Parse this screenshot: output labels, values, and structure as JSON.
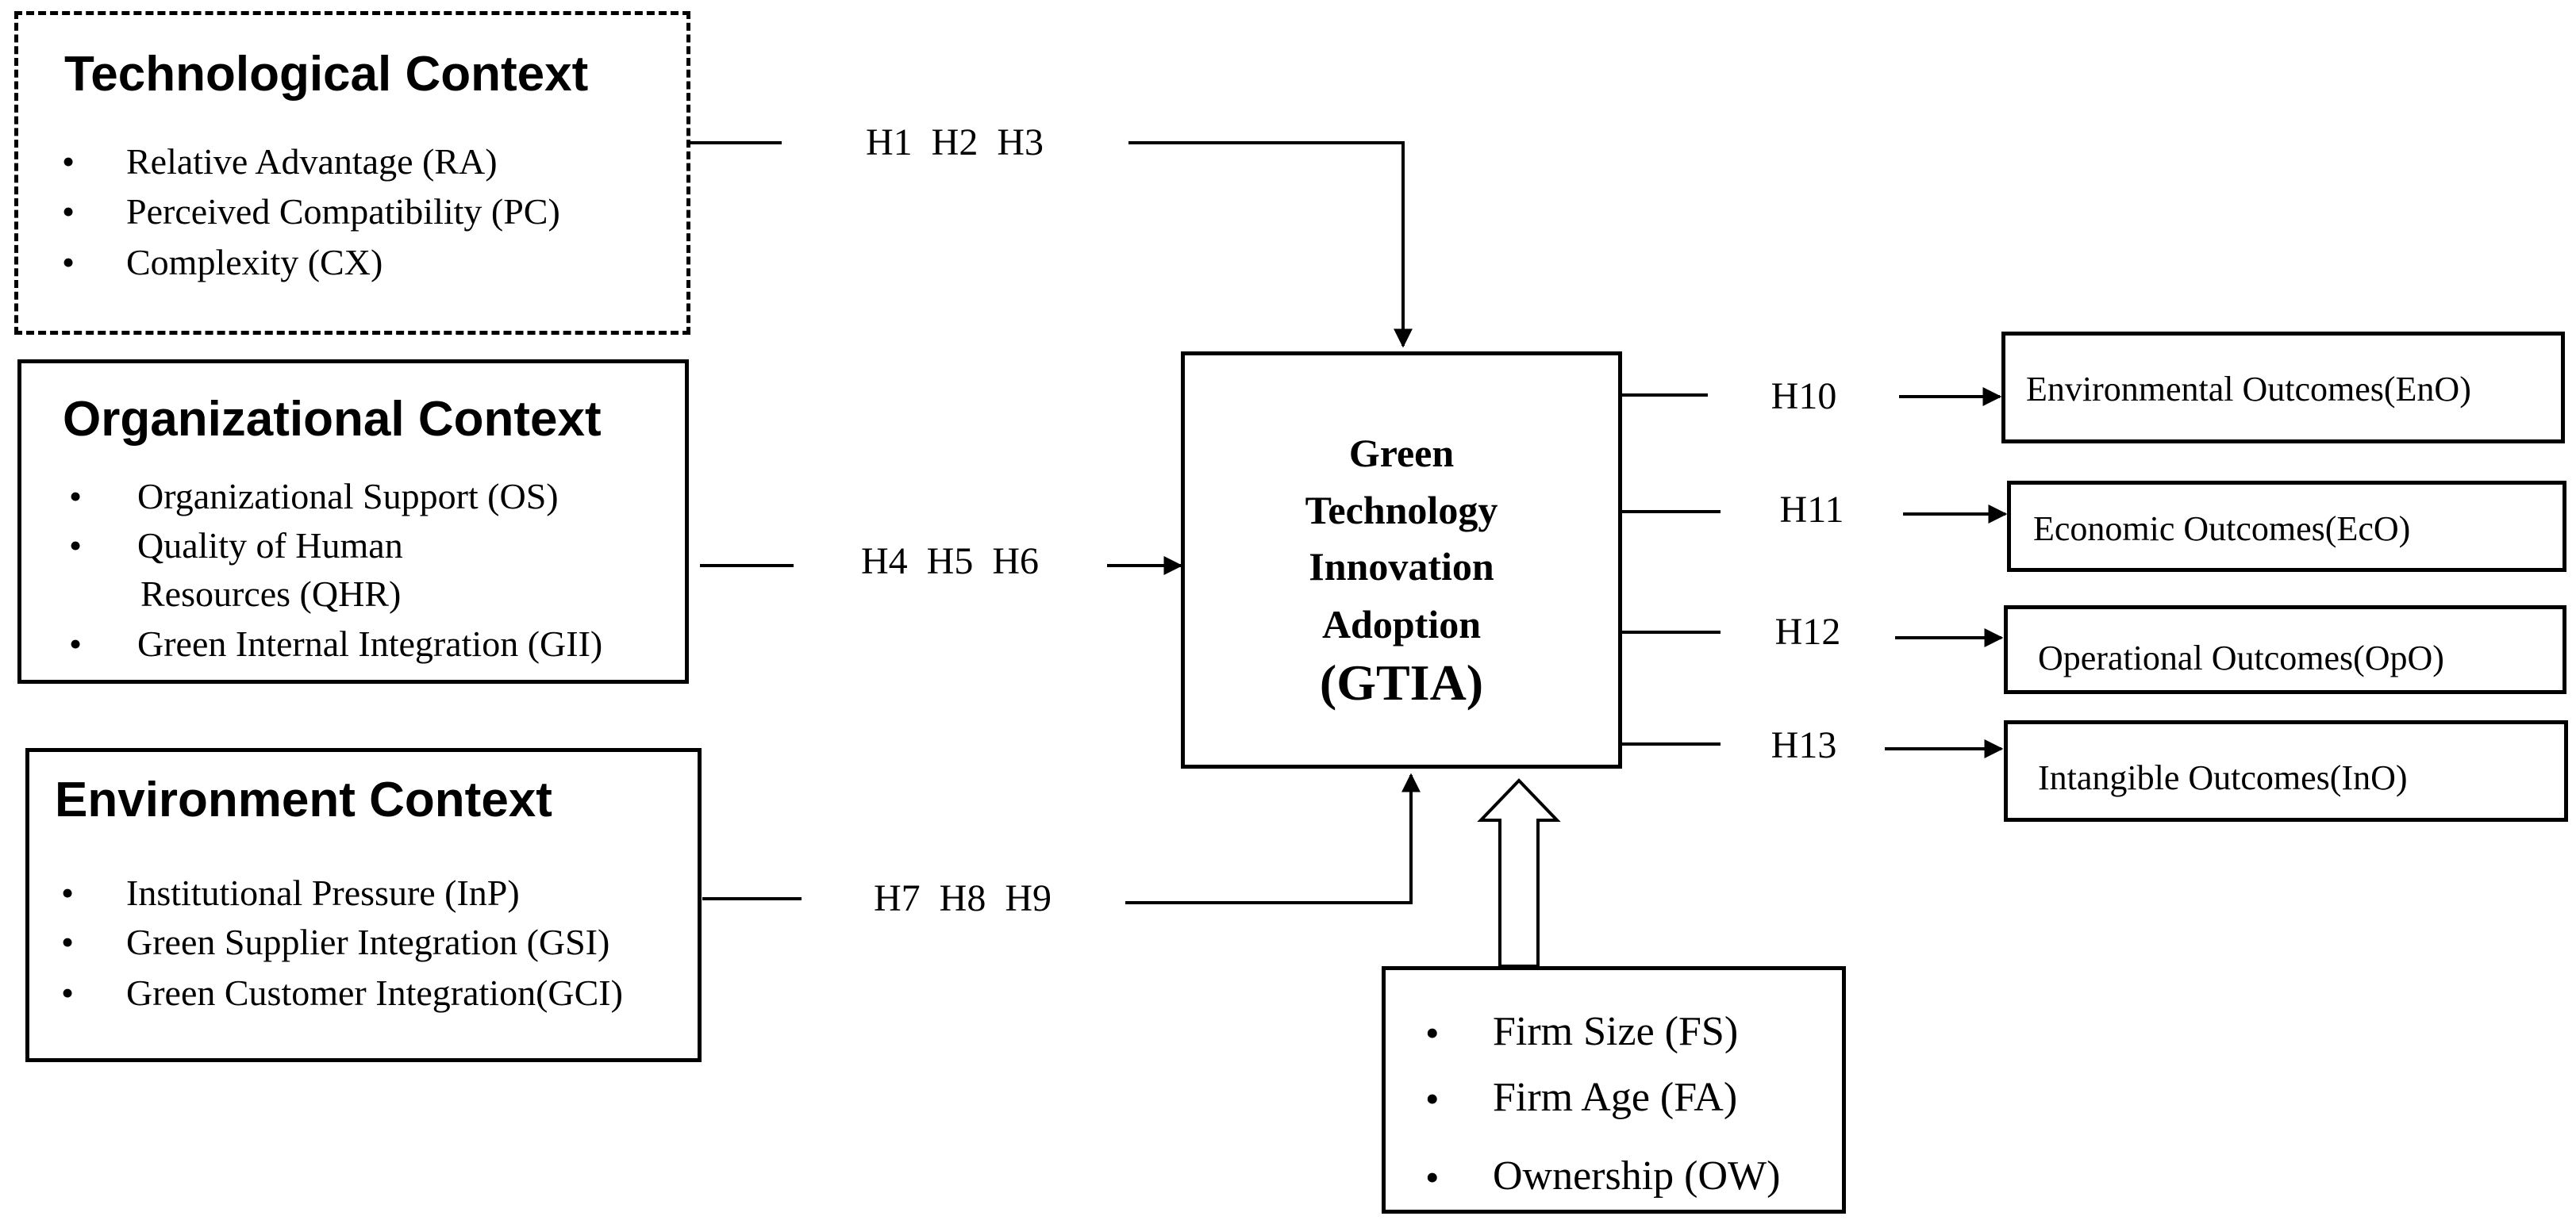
{
  "technological_context": {
    "title": "Technological Context",
    "items": [
      "Relative Advantage (RA)",
      "Perceived Compatibility (PC)",
      "Complexity (CX)"
    ]
  },
  "organizational_context": {
    "title": "Organizational Context",
    "items": [
      "Organizational Support (OS)",
      "Quality of Human",
      "Resources (QHR)",
      "Green Internal Integration (GII)"
    ]
  },
  "environment_context": {
    "title": "Environment Context",
    "items": [
      "Institutional Pressure (InP)",
      "Green Supplier Integration (GSI)",
      "Green Customer Integration(GCI)"
    ]
  },
  "hypotheses": {
    "tech": "H1  H2  H3",
    "org": "H4  H5  H6",
    "env": "H7  H8  H9",
    "h10": "H10",
    "h11": "H11",
    "h12": "H12",
    "h13": "H13"
  },
  "center": {
    "lines": [
      "Green",
      "Technology",
      "Innovation",
      "Adoption"
    ],
    "abbr": "(GTIA)"
  },
  "outcomes": [
    "Environmental Outcomes(EnO)",
    "Economic Outcomes(EcO)",
    "Operational Outcomes(OpO)",
    "Intangible Outcomes(InO)"
  ],
  "controls": [
    "Firm Size (FS)",
    "Firm Age (FA)",
    "Ownership (OW)"
  ],
  "bullet_glyph": "•"
}
